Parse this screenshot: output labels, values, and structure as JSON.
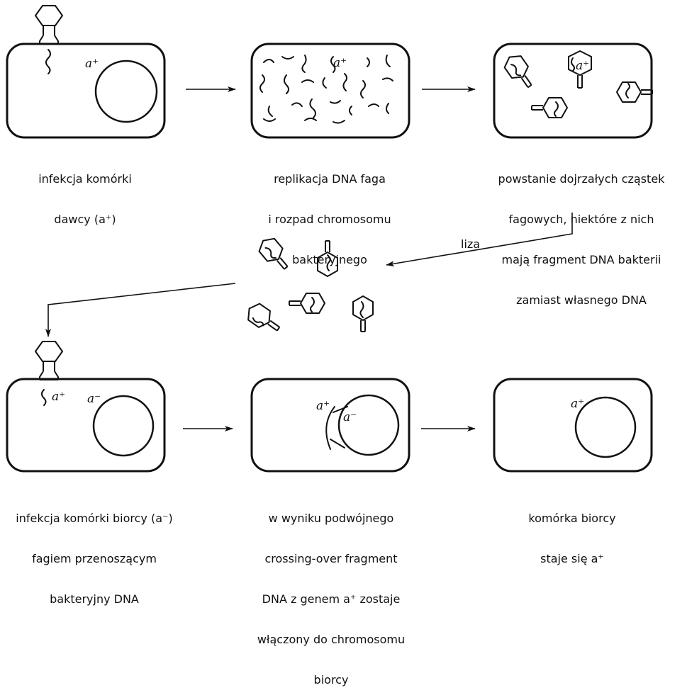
{
  "gene_labels": {
    "a_plus": "a⁺",
    "a_minus": "a⁻"
  },
  "arrows": {
    "lysis_label": "liza"
  },
  "steps": [
    {
      "caption_lines": [
        "infekcja komórki",
        "dawcy (a⁺)"
      ]
    },
    {
      "caption_lines": [
        "replikacja DNA faga",
        "i rozpad chromosomu",
        "bakteryjnego"
      ]
    },
    {
      "caption_lines": [
        "powstanie dojrzałych cząstek",
        "fagowych, niektóre z nich",
        "mają fragment DNA bakterii",
        "zamiast własnego DNA"
      ]
    },
    {
      "caption_lines": [
        "infekcja komórki biorcy (a⁻)",
        "fagiem przenoszącym",
        "bakteryjny DNA"
      ]
    },
    {
      "caption_lines": [
        "w wyniku podwójnego",
        "crossing-over fragment",
        "DNA z genem a⁺ zostaje",
        "włączony do chromosomu",
        "biorcy"
      ]
    },
    {
      "caption_lines": [
        "komórka biorcy",
        "staje się a⁺"
      ]
    }
  ],
  "colors": {
    "ink": "#111111",
    "paper": "#ffffff"
  }
}
